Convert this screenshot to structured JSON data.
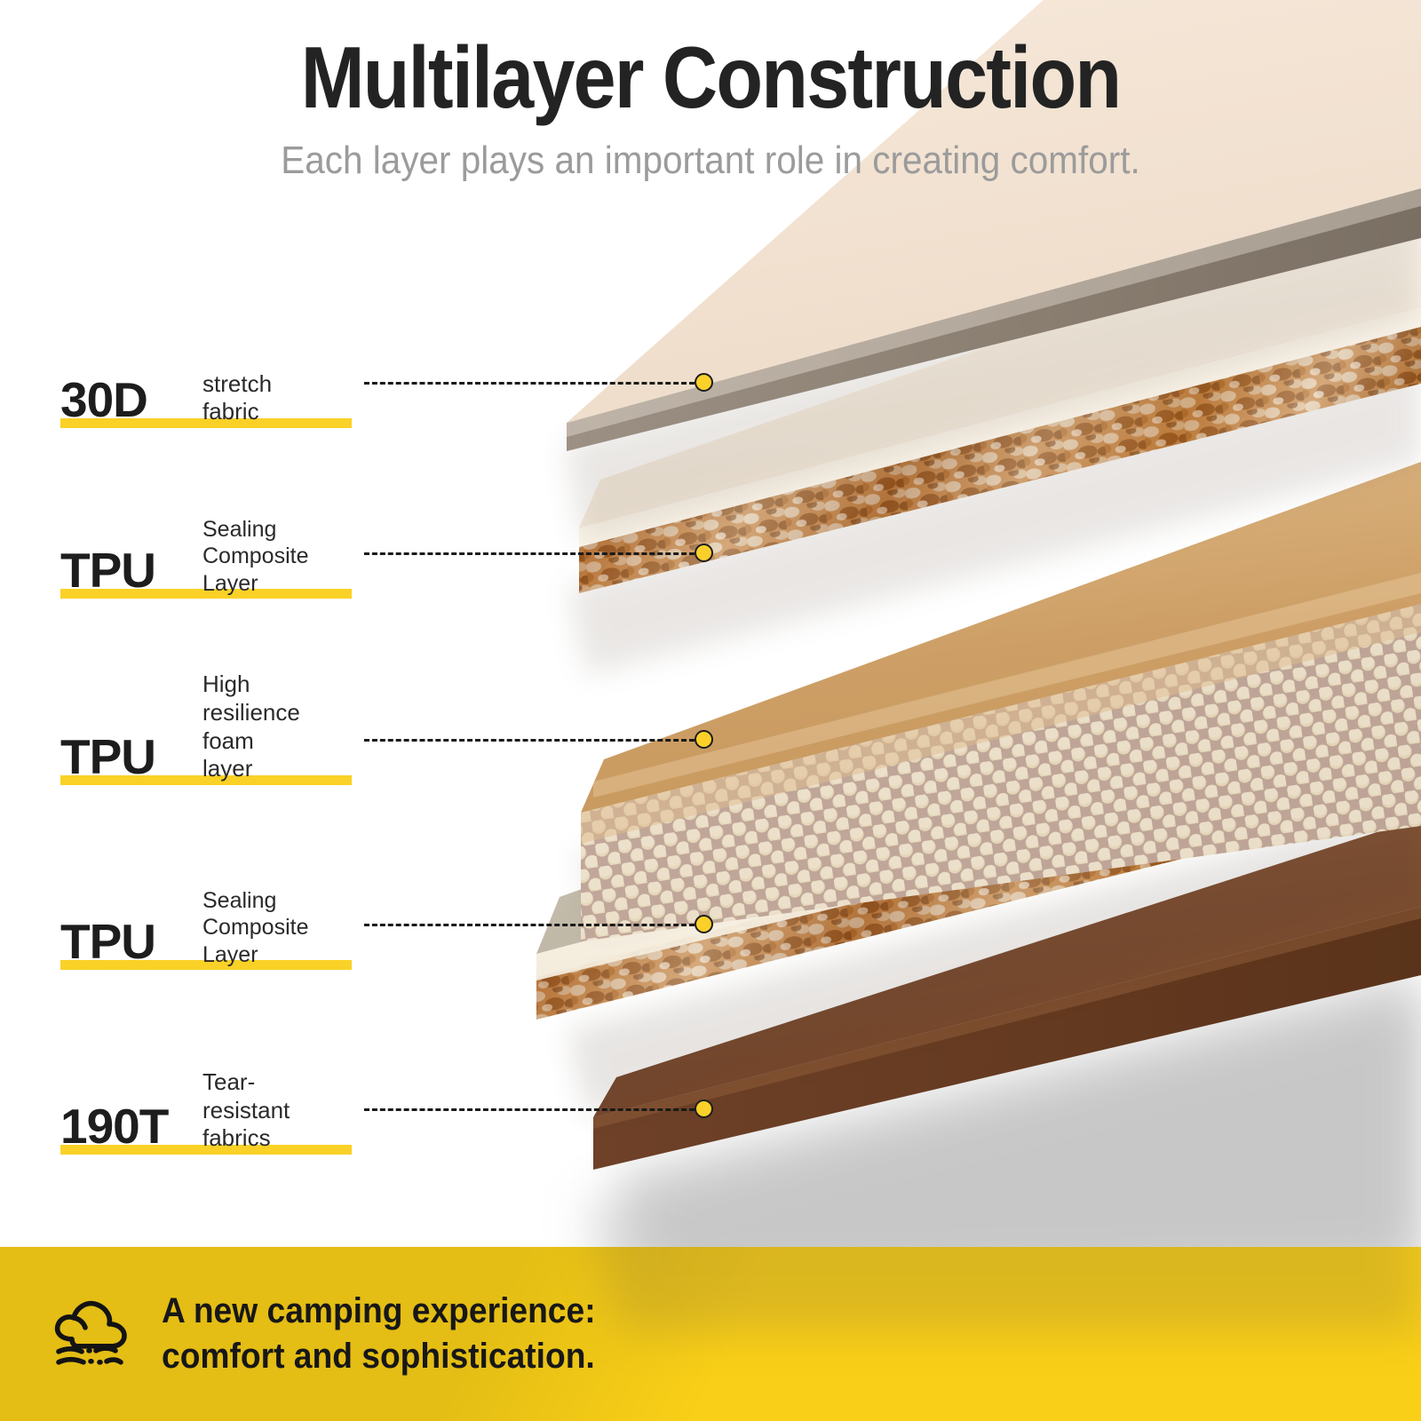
{
  "header": {
    "title": "Multilayer Construction",
    "subtitle": "Each layer plays an important role in creating comfort."
  },
  "layers": [
    {
      "code": "30D",
      "description": "stretch\nfabric",
      "top_color": "#F3E3D3",
      "edge_color": "#8A7F71",
      "marker_color": "#FBD02A"
    },
    {
      "code": "TPU",
      "description": "Sealing\nComposite Layer",
      "top_color": "#FBF4E9",
      "edge_color": "#B5764A",
      "marker_color": "#FBD02A"
    },
    {
      "code": "TPU",
      "description": "High resilience\nfoam layer",
      "top_color": "#D8AE79",
      "edge_color": "#C2A99C",
      "marker_color": "#FBD02A"
    },
    {
      "code": "TPU",
      "description": "Sealing\nComposite Layer",
      "top_color": "#C9C3B4",
      "edge_color": "#B5764A",
      "marker_color": "#FBD02A"
    },
    {
      "code": "190T",
      "description": "Tear-resistant\nfabrics",
      "top_color": "#7E4F33",
      "edge_color": "#6B4028",
      "marker_color": "#FBD02A"
    }
  ],
  "banner": {
    "text": "A new camping experience:\ncomfort and sophistication.",
    "icon": "cloud-wind-icon",
    "background_color": "#F9CF17"
  },
  "accent": {
    "yellow": "#FAD126",
    "title_color": "#232323",
    "subtitle_color": "#9b9b9b"
  }
}
